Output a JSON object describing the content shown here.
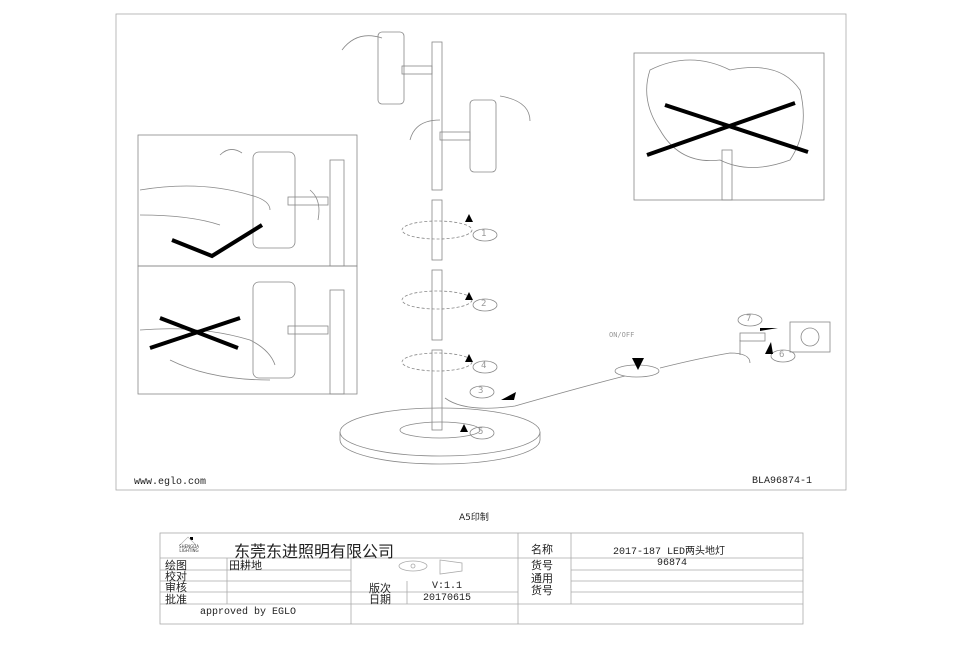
{
  "drawing": {
    "website": "www.eglo.com",
    "drawing_number": "BLA96874-1",
    "switch_label": "ON/OFF",
    "step_numbers": [
      "1",
      "2",
      "3",
      "4",
      "5",
      "6",
      "7"
    ],
    "print_size": "A5印制"
  },
  "title_block": {
    "logo_text": "SHENGDA LIGHTING",
    "company": "东莞东进照明有限公司",
    "rows": {
      "drawn_label": "绘图",
      "drawn_value": "田耕地",
      "checked_label": "校对",
      "reviewed_label": "审核",
      "approved_label": "批准",
      "version_label": "版次",
      "version_value": "V:1.1",
      "date_label": "日期",
      "date_value": "20170615",
      "name_label": "名称",
      "name_value": "2017-187 LED两头地灯",
      "item_label": "货号",
      "item_value": "96874",
      "general_label_1": "通用",
      "general_label_2": "货号"
    },
    "approved_by": "approved by EGLO"
  }
}
